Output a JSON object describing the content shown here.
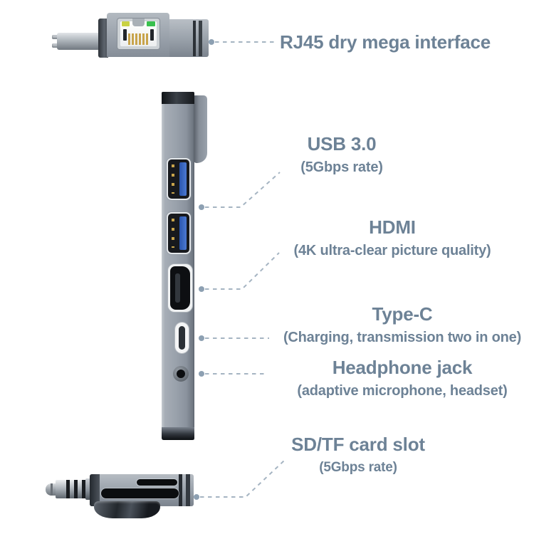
{
  "product": {
    "description": "USB-C hub side view with annotated ports",
    "colors": {
      "label_text": "#6d8296",
      "callout_line": "#a5b4c2",
      "callout_dot": "#8da0b2",
      "usb_blue": "#3a66c0",
      "body_gray": "#99a1ab"
    }
  },
  "callouts": [
    {
      "port": "rj45",
      "title": "RJ45 dry mega interface",
      "subtitle": ""
    },
    {
      "port": "usb",
      "title": "USB 3.0",
      "subtitle": "(5Gbps rate)"
    },
    {
      "port": "hdmi",
      "title": "HDMI",
      "subtitle": "(4K ultra-clear picture quality)"
    },
    {
      "port": "type-c",
      "title": "Type-C",
      "subtitle": "(Charging, transmission two in one)"
    },
    {
      "port": "headphone",
      "title": "Headphone jack",
      "subtitle": "(adaptive microphone, headset)"
    },
    {
      "port": "sd-tf",
      "title": "SD/TF card slot",
      "subtitle": "(5Gbps rate)"
    }
  ],
  "ports": [
    "rj45-ethernet-port",
    "usb-a-port-1",
    "usb-a-port-2",
    "hdmi-port",
    "usb-c-port",
    "headphone-jack-port",
    "tf-card-slot",
    "sd-card-slot"
  ]
}
